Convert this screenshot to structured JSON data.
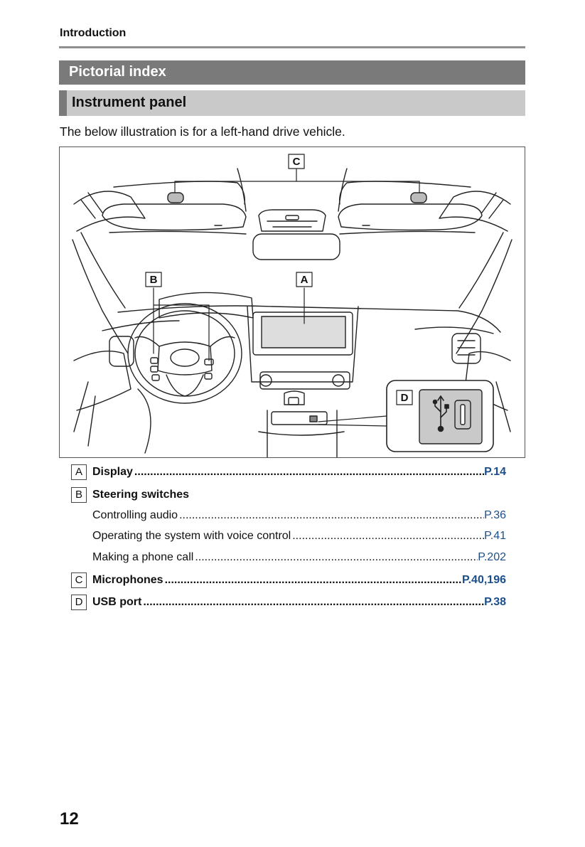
{
  "header": {
    "section": "Introduction"
  },
  "bands": {
    "title": "Pictorial index",
    "subtitle": "Instrument panel"
  },
  "intro_text": "The below illustration is for a left-hand drive vehicle.",
  "figure": {
    "callouts": {
      "a": "A",
      "b": "B",
      "c": "C",
      "d": "D"
    },
    "icons": [
      "usb-port-icon",
      "usb-symbol-icon"
    ]
  },
  "index": [
    {
      "badge": "A",
      "label": "Display",
      "page": "P.14",
      "bold": true
    },
    {
      "badge": "B",
      "label": "Steering switches",
      "page": "",
      "bold": true
    },
    {
      "badge": "",
      "label": "Controlling audio",
      "page": "P.36",
      "bold": false
    },
    {
      "badge": "",
      "label": "Operating the system with voice control",
      "page": "P.41",
      "bold": false
    },
    {
      "badge": "",
      "label": "Making a phone call",
      "page": "P.202",
      "bold": false
    },
    {
      "badge": "C",
      "label": "Microphones",
      "page": "P.40,196",
      "bold": true
    },
    {
      "badge": "D",
      "label": "USB port",
      "page": "P.38",
      "bold": true
    }
  ],
  "page_number": "12",
  "colors": {
    "link": "#1b4f8c",
    "band_dark": "#7a7a7a",
    "band_light": "#c9c9c9"
  }
}
